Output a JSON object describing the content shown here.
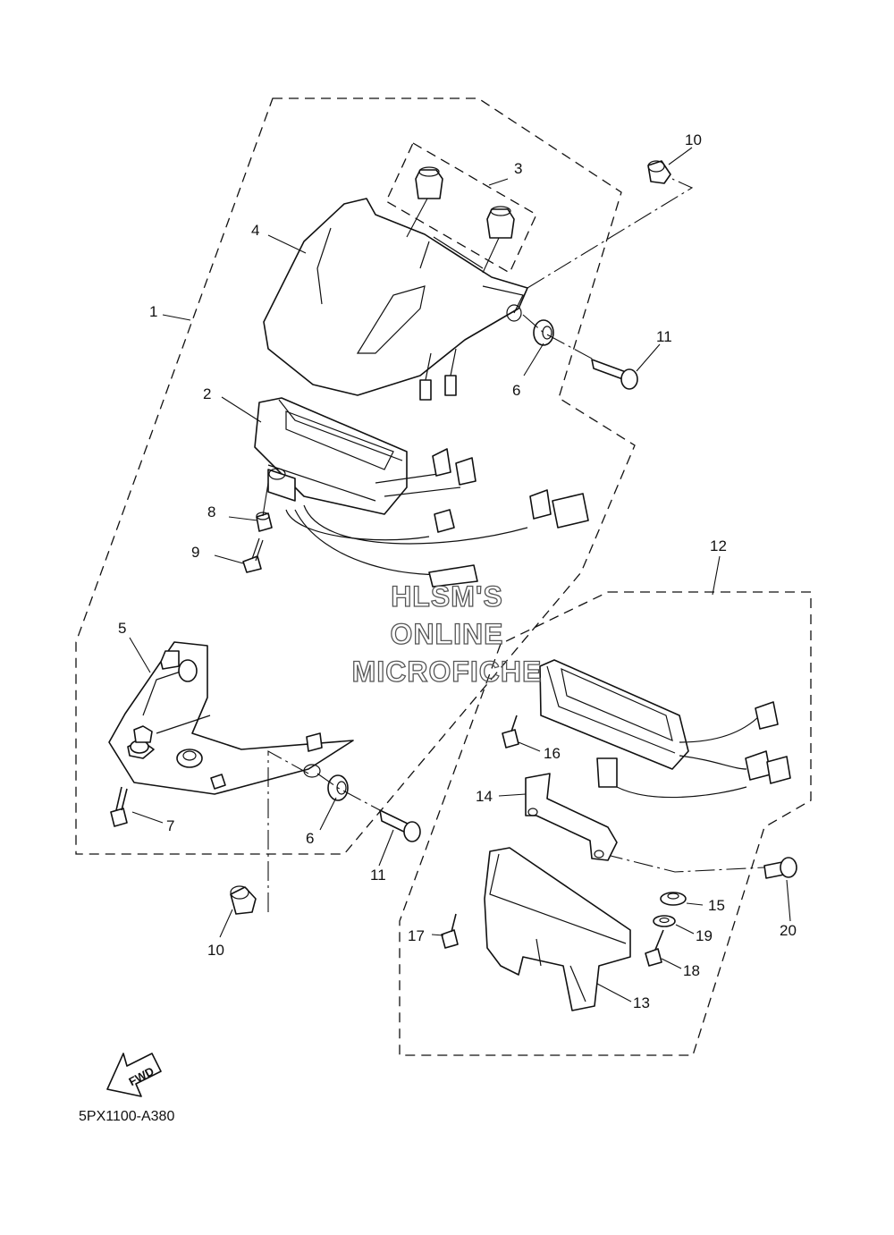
{
  "diagram": {
    "drawing_code": "5PX1100-A380",
    "watermark": [
      "HLSM'S",
      "ONLINE",
      "MICROFICHE"
    ],
    "fwd_label": "FWD",
    "callouts": [
      "1",
      "2",
      "3",
      "4",
      "5",
      "6",
      "6",
      "7",
      "8",
      "9",
      "10",
      "10",
      "11",
      "11",
      "12",
      "13",
      "14",
      "15",
      "16",
      "17",
      "18",
      "19",
      "20"
    ]
  }
}
